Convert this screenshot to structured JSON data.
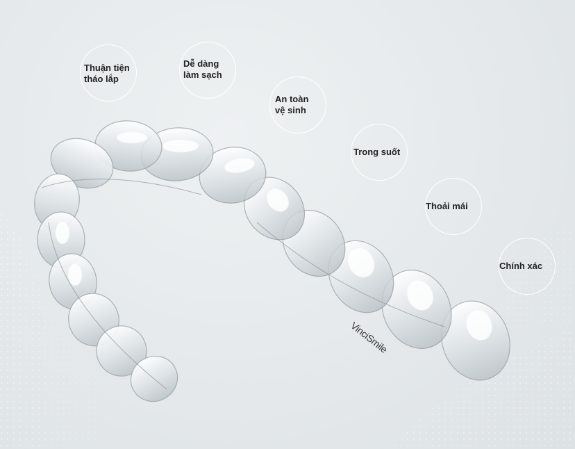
{
  "features": [
    {
      "id": "convenient",
      "label": "Thuận tiện\ntháo lắp"
    },
    {
      "id": "easy-clean",
      "label": "Dễ dàng\nlàm sạch"
    },
    {
      "id": "hygienic",
      "label": "An toàn\nvệ sinh"
    },
    {
      "id": "transparent",
      "label": "Trong suốt"
    },
    {
      "id": "comfortable",
      "label": "Thoải mái"
    },
    {
      "id": "precise",
      "label": "Chính xác"
    }
  ],
  "brand_text": "VinciSmile",
  "colors": {
    "background": "#e4e8ea",
    "ring": "#ffffff",
    "text": "#222222",
    "dots": "#ffffff"
  },
  "image": {
    "subject": "clear-aligner-tray"
  }
}
